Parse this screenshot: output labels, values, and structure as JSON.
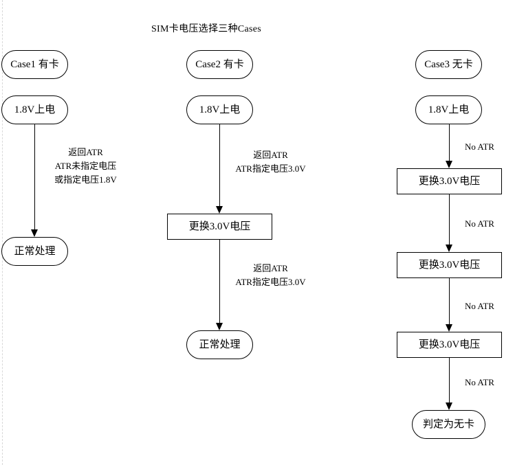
{
  "diagram": {
    "title": "SIM卡电压选择三种Cases",
    "background_color": "#ffffff",
    "line_color": "#000000",
    "text_color": "#000000"
  },
  "columns": [
    {
      "id": "case1",
      "start_label": "Case1 有卡",
      "nodes": [
        {
          "id": "c1-power",
          "shape": "stadium",
          "label": "1.8V上电"
        },
        {
          "id": "c1-normal",
          "shape": "stadium",
          "label": "正常处理"
        }
      ],
      "edge_labels": [
        {
          "id": "c1-edge1",
          "lines": [
            "返回ATR",
            "ATR未指定电压",
            "或指定电压1.8V"
          ]
        }
      ]
    },
    {
      "id": "case2",
      "start_label": "Case2 有卡",
      "nodes": [
        {
          "id": "c2-power",
          "shape": "stadium",
          "label": "1.8V上电"
        },
        {
          "id": "c2-switch",
          "shape": "rect",
          "label": "更换3.0V电压"
        },
        {
          "id": "c2-normal",
          "shape": "stadium",
          "label": "正常处理"
        }
      ],
      "edge_labels": [
        {
          "id": "c2-edge1",
          "lines": [
            "返回ATR",
            "ATR指定电压3.0V"
          ]
        },
        {
          "id": "c2-edge2",
          "lines": [
            "返回ATR",
            "ATR指定电压3.0V"
          ]
        }
      ]
    },
    {
      "id": "case3",
      "start_label": "Case3 无卡",
      "nodes": [
        {
          "id": "c3-power",
          "shape": "stadium",
          "label": "1.8V上电"
        },
        {
          "id": "c3-switch1",
          "shape": "rect",
          "label": "更换3.0V电压"
        },
        {
          "id": "c3-switch2",
          "shape": "rect",
          "label": "更换3.0V电压"
        },
        {
          "id": "c3-switch3",
          "shape": "rect",
          "label": "更换3.0V电压"
        },
        {
          "id": "c3-nocard",
          "shape": "stadium",
          "label": "判定为无卡"
        }
      ],
      "edge_labels": [
        {
          "id": "c3-edge1",
          "lines": [
            "No  ATR"
          ]
        },
        {
          "id": "c3-edge2",
          "lines": [
            "No  ATR"
          ]
        },
        {
          "id": "c3-edge3",
          "lines": [
            "No  ATR"
          ]
        },
        {
          "id": "c3-edge4",
          "lines": [
            "No  ATR"
          ]
        }
      ]
    }
  ]
}
